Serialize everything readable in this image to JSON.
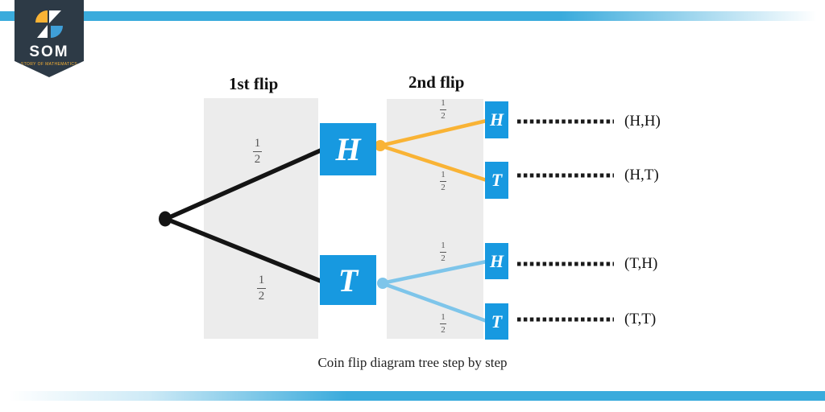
{
  "brand": {
    "name": "SOM",
    "tagline": "STORY OF MATHEMATICS"
  },
  "headers": {
    "first_flip": "1st flip",
    "second_flip": "2nd flip"
  },
  "tree": {
    "level1": [
      {
        "label": "H",
        "prob_num": "1",
        "prob_den": "2"
      },
      {
        "label": "T",
        "prob_num": "1",
        "prob_den": "2"
      }
    ],
    "level2": [
      {
        "label": "H",
        "prob_num": "1",
        "prob_den": "2",
        "outcome": "(H,H)"
      },
      {
        "label": "T",
        "prob_num": "1",
        "prob_den": "2",
        "outcome": "(H,T)"
      },
      {
        "label": "H",
        "prob_num": "1",
        "prob_den": "2",
        "outcome": "(T,H)"
      },
      {
        "label": "T",
        "prob_num": "1",
        "prob_den": "2",
        "outcome": "(T,T)"
      }
    ]
  },
  "caption": "Coin flip diagram tree step by step",
  "colors": {
    "node_blue": "#1799e0",
    "stripe_blue": "#3aabdc",
    "branch_orange": "#f9b335",
    "branch_light_blue": "#7ec5ea",
    "band_gray": "#ececec",
    "badge_navy": "#2d3a46"
  }
}
